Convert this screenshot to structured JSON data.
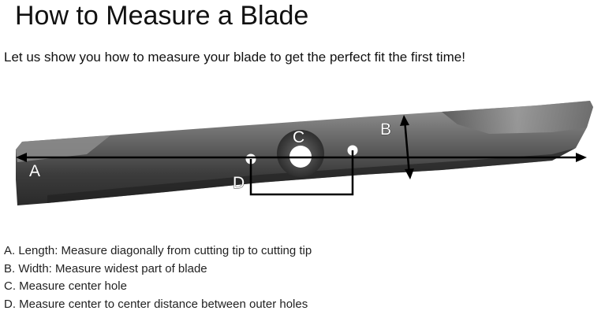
{
  "page": {
    "title": "How to Measure a Blade",
    "intro": "Let us show you how to measure your blade to get the perfect fit the first time!"
  },
  "diagram": {
    "labels": {
      "a": "A",
      "b": "B",
      "c": "C",
      "d": "D"
    },
    "colors": {
      "blade_dark": "#3a3a3a",
      "blade_light": "#8a8a8a",
      "line": "#000000"
    }
  },
  "legend": {
    "items": [
      "A. Length: Measure diagonally from cutting tip to cutting tip",
      "B. Width: Measure widest part of blade",
      "C. Measure center hole",
      "D. Measure center to center distance between outer holes"
    ]
  }
}
